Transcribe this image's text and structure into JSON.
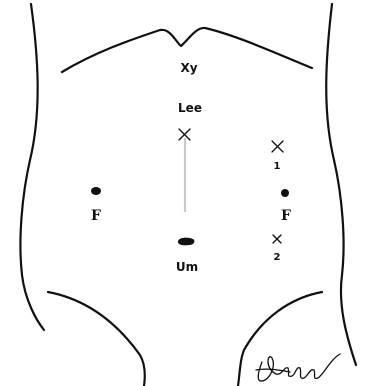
{
  "labels": {
    "xyphoid": "Xy",
    "lee_point": "Lee",
    "left_flank": "F",
    "right_flank": "F",
    "trocar_1": "1",
    "trocar_2": "2",
    "umbilicus": "Um"
  },
  "signature": {
    "text": "Aosugm"
  },
  "colors": {
    "ink": "#111111",
    "midline": "#c8c8c8",
    "background": "#ffffff"
  },
  "icons": {
    "lee_marker": "cross-mark",
    "trocar_1_marker": "cross-mark",
    "trocar_2_marker": "cross-mark",
    "flank_markers": "dot",
    "umbilicus_marker": "blob"
  }
}
